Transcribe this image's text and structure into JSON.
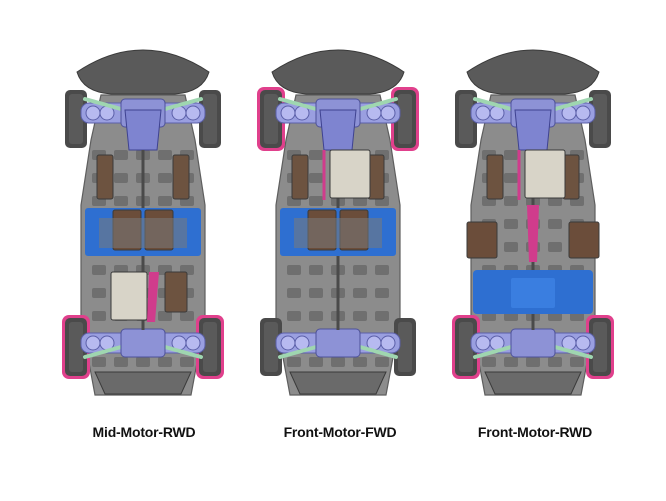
{
  "layouts": [
    {
      "label": "Mid-Motor-RWD",
      "driven": "rear",
      "motor": "mid",
      "battery": "mid-transverse",
      "rear_unit": "motor"
    },
    {
      "label": "Front-Motor-FWD",
      "driven": "front",
      "motor": "front",
      "battery": "mid-transverse",
      "rear_unit": "none"
    },
    {
      "label": "Front-Motor-RWD",
      "driven": "rear",
      "motor": "front",
      "battery": "split-sides",
      "rear_unit": "blue-mount"
    }
  ],
  "colors": {
    "background": "#ffffff",
    "chassis": "#8c8c8c",
    "chassis_dark": "#5e5e5e",
    "tire": "#4a4a4a",
    "driven_glow": "#e0408c",
    "suspension": "#9a9fe0",
    "links": "#9fd6b0",
    "battery": "#6b4d3a",
    "motor": "#d8d4c8",
    "blue_plate": "#2e6fd1",
    "drive_shaft": "#d03c8c"
  }
}
